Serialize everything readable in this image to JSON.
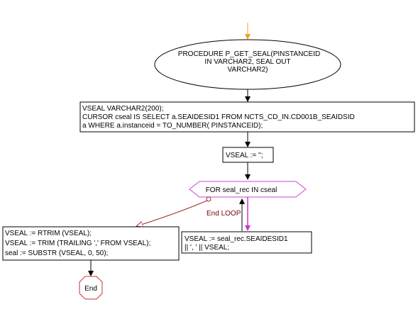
{
  "diagram": {
    "procedure_node": {
      "lines": [
        "PROCEDURE P_GET_SEAL(PINSTANCEID",
        "IN VARCHAR2, SEAL OUT",
        "VARCHAR2)"
      ]
    },
    "declare_node": {
      "lines": [
        "VSEAL VARCHAR2(200);",
        "CURSOR cseal IS SELECT a.SEAIDESID1 FROM NCTS_CD_IN.CD001B_SEAIDSID",
        "a WHERE a.instanceid = TO_NUMBER( PINSTANCEID);"
      ]
    },
    "init_node": {
      "text": "VSEAL := '';"
    },
    "loop_node": {
      "text": "FOR seal_rec IN cseal"
    },
    "loop_body_node": {
      "lines": [
        "VSEAL := seal_rec.SEAIDESID1",
        "|| ', ' || VSEAL;"
      ]
    },
    "end_loop_label": "End LOOP",
    "post_loop_node": {
      "lines": [
        "VSEAL := RTRIM (VSEAL);",
        "VSEAL := TRIM (TRAILING ',' FROM VSEAL);",
        "seal := SUBSTR (VSEAL, 0, 50);"
      ]
    },
    "end_node": {
      "text": "End"
    },
    "colors": {
      "start_arrow": "#f0a020",
      "node_border": "#000000",
      "loop_border": "#cc44cc",
      "loop_arrow": "#cc33cc",
      "end_loop_line": "#9a2a2a",
      "end_loop_text": "#7a0000",
      "end_border": "#cc3333"
    }
  }
}
